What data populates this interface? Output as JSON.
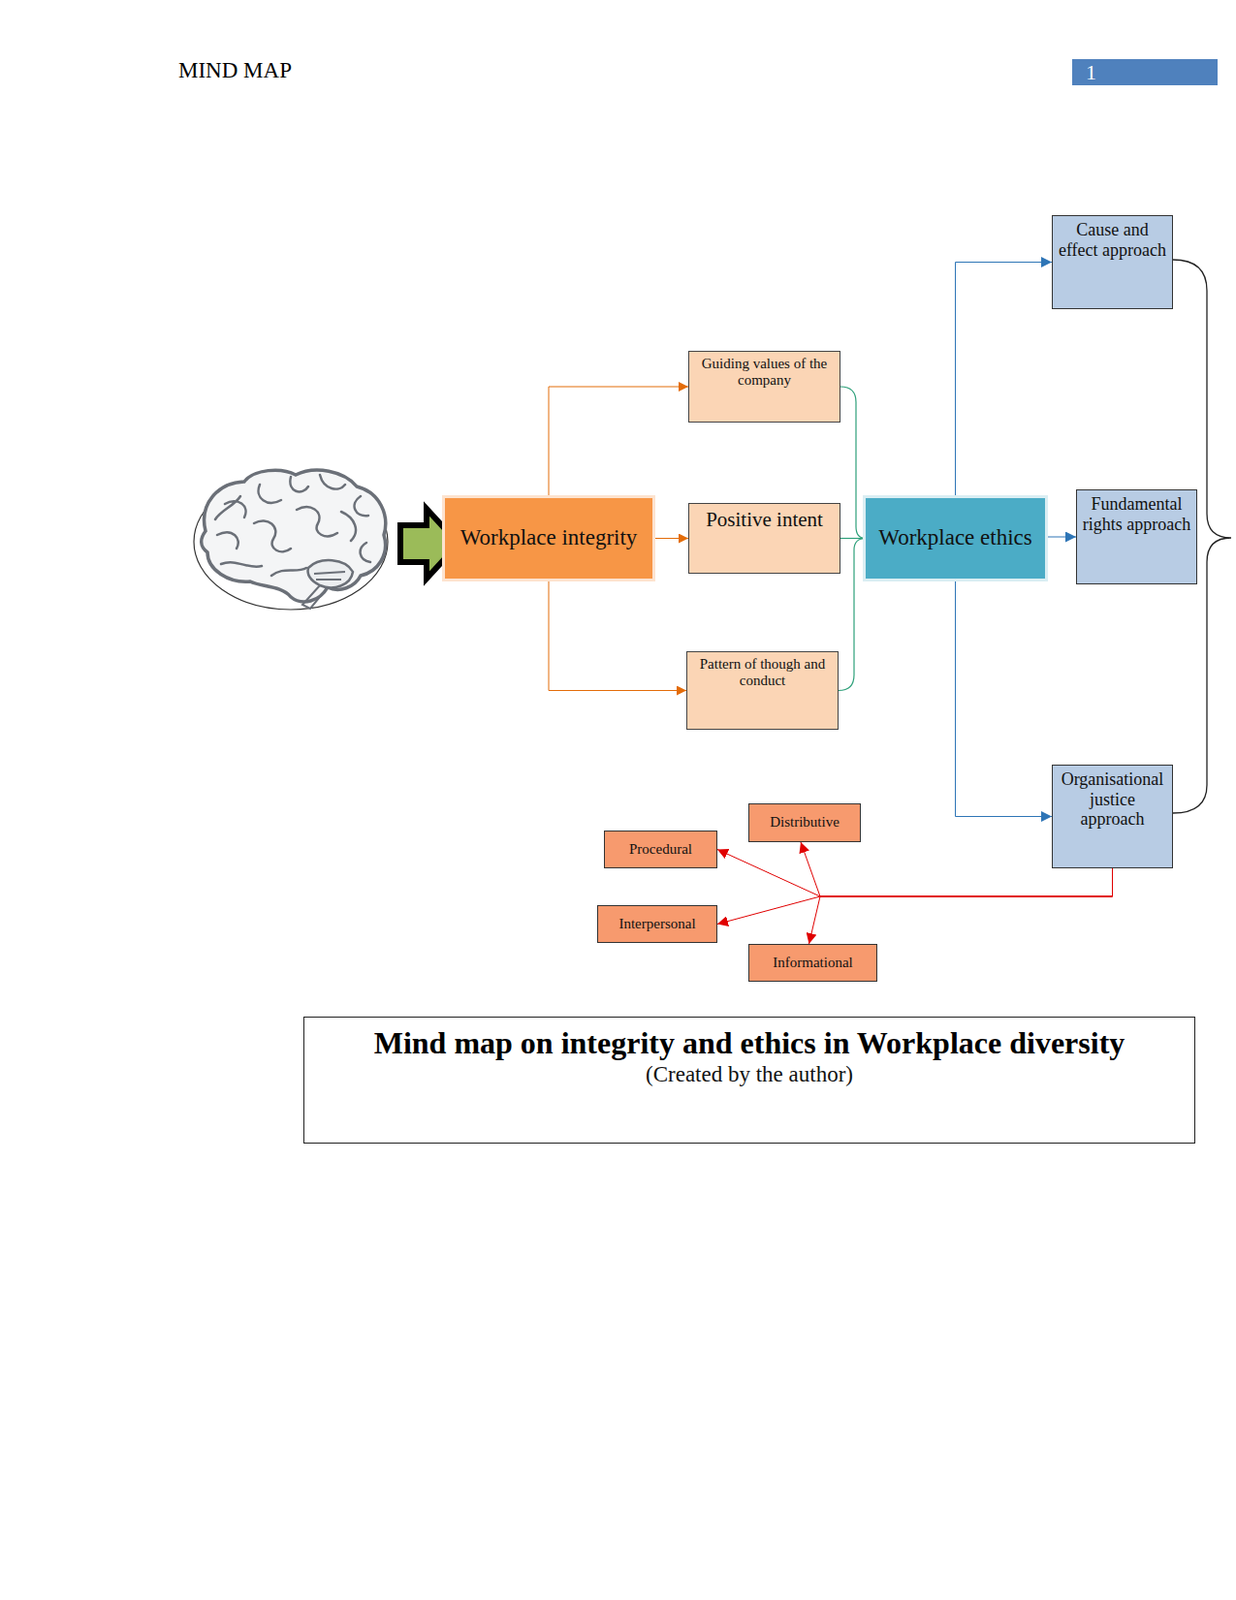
{
  "diagram": {
    "title": "Mind map on integrity and ethics in Workplace diversity",
    "caption": "(Created by the author)",
    "nodes": [
      {
        "text": [
          "Workplace integrity"
        ]
      },
      {
        "text": [
          "Guiding values of the company"
        ]
      },
      {
        "text": [
          "Positive intent"
        ]
      },
      {
        "text": [
          "Pattern of though and conduct"
        ]
      },
      {
        "text": [
          "Workplace ethics"
        ]
      },
      {
        "text": [
          "Cause and effect approach"
        ]
      },
      {
        "text": [
          "Fundamental rights approach"
        ]
      },
      {
        "text": [
          "Organisational justice approach"
        ]
      },
      {
        "text": [
          "Distributive"
        ]
      },
      {
        "text": [
          "Procedural"
        ]
      },
      {
        "text": [
          "Interpersonal"
        ]
      },
      {
        "text": [
          "Informational"
        ]
      }
    ],
    "edges": [
      {
        "from": 0,
        "to": 1,
        "arrow": "to"
      },
      {
        "from": 0,
        "to": 2,
        "arrow": "to"
      },
      {
        "from": 0,
        "to": 3,
        "arrow": "to"
      },
      {
        "from": 1,
        "to": 4,
        "arrow": "none"
      },
      {
        "from": 2,
        "to": 4,
        "arrow": "none"
      },
      {
        "from": 3,
        "to": 4,
        "arrow": "none"
      },
      {
        "from": 4,
        "to": 5,
        "arrow": "to"
      },
      {
        "from": 4,
        "to": 6,
        "arrow": "to"
      },
      {
        "from": 4,
        "to": 7,
        "arrow": "to"
      },
      {
        "from": 7,
        "to": 8,
        "arrow": "to"
      },
      {
        "from": 7,
        "to": 9,
        "arrow": "to"
      },
      {
        "from": 7,
        "to": 10,
        "arrow": "to"
      },
      {
        "from": 7,
        "to": 11,
        "arrow": "to"
      }
    ],
    "labels": [
      "MIND MAP",
      "1"
    ]
  }
}
